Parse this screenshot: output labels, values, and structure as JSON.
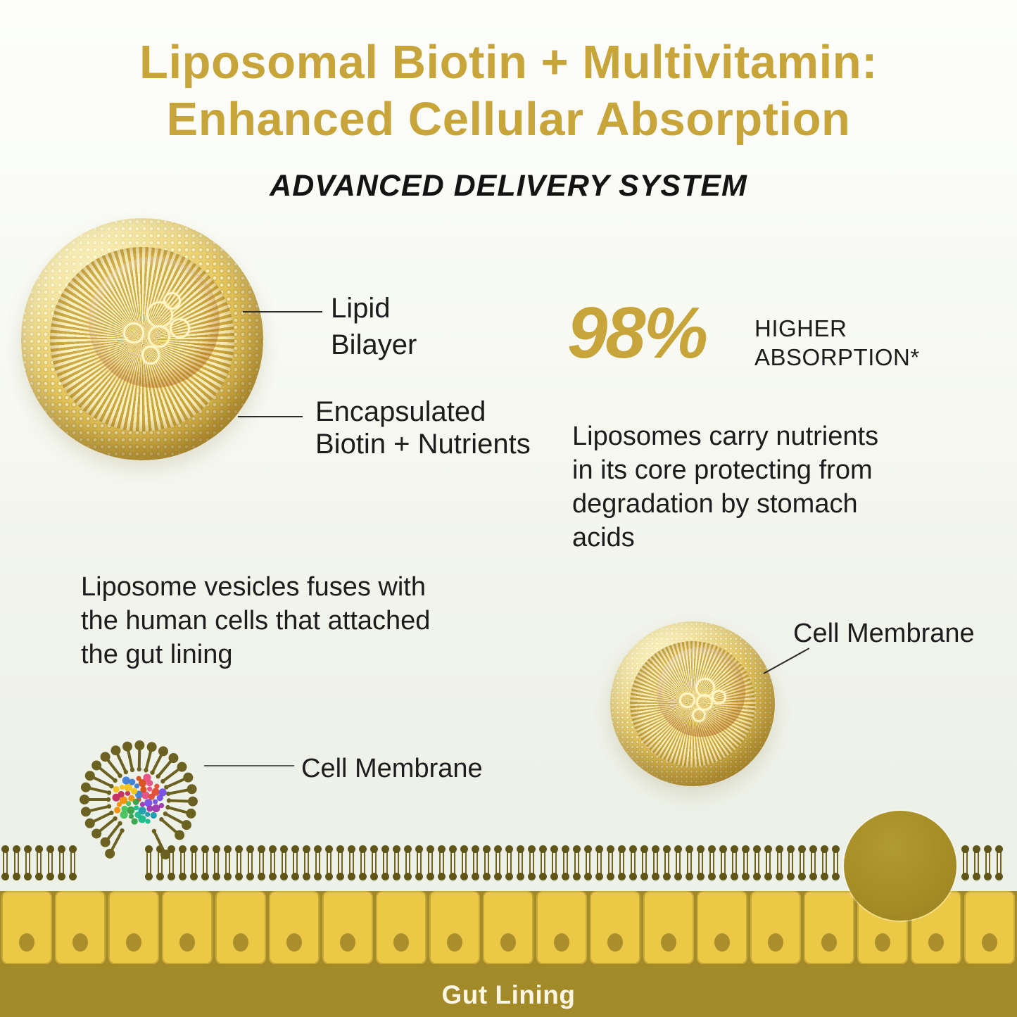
{
  "title": {
    "line1": "Liposomal Biotin + Multivitamin:",
    "line2": "Enhanced Cellular Absorption"
  },
  "subtitle": "ADVANCED DELIVERY SYSTEM",
  "stat": {
    "value": "98%",
    "label": "HIGHER\nABSORPTION*"
  },
  "labels": {
    "lipid_bilayer": "Lipid\nBilayer",
    "encapsulated_core": "Encapsulated\nBiotin + Nutrients",
    "cell_membrane_upper": "Cell Membrane",
    "cell_membrane_lower": "Cell Membrane",
    "gut_lining": "Gut Lining"
  },
  "paragraphs": {
    "absorption": "Liposomes carry nutrients\nin its core protecting from\ndegradation by stomach\nacids",
    "fusion": "Liposome vesicles fuses with\nthe human cells that attached\nthe gut lining"
  },
  "colors": {
    "gold_text": "#c7a53b",
    "body_text": "#1c1c1c",
    "membrane_olive": "#665c1c",
    "gut_cell_fill": "#ebc947",
    "gut_band": "#a28a28",
    "liposome_gold": "#e4c24f"
  }
}
